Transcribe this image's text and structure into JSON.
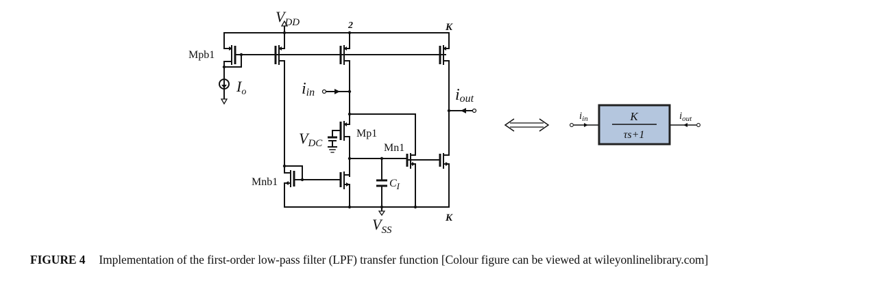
{
  "figure": {
    "circuit": {
      "supply_top": {
        "main": "V",
        "sub": "DD"
      },
      "supply_bottom": {
        "main": "V",
        "sub": "SS"
      },
      "mirror_ratio_mid": "2",
      "mirror_ratio_top_right": "K",
      "mirror_ratio_bottom_right": "K",
      "transistors": {
        "mpb1": "Mpb1",
        "mp1": "Mp1",
        "mn1": "Mn1",
        "mnb1": "Mnb1"
      },
      "bias_current": {
        "main": "I",
        "sub": "o"
      },
      "input_current": {
        "main": "i",
        "sub": "in"
      },
      "output_current": {
        "main": "i",
        "sub": "out"
      },
      "dc_voltage": {
        "main": "V",
        "sub": "DC"
      },
      "capacitor": {
        "main": "C",
        "sub": "I"
      }
    },
    "equivalence_symbol": "⟺",
    "block": {
      "input_label": {
        "main": "i",
        "sub": "in"
      },
      "output_label": {
        "main": "i",
        "sub": "out"
      },
      "numerator": "K",
      "denominator": "τs+1",
      "fill_color": "#b4c6de",
      "border_color": "#222222"
    }
  },
  "caption": {
    "label": "FIGURE 4",
    "text": "Implementation of the first-order low-pass filter (LPF) transfer function [Colour figure can be viewed at wileyonlinelibrary.com]"
  }
}
